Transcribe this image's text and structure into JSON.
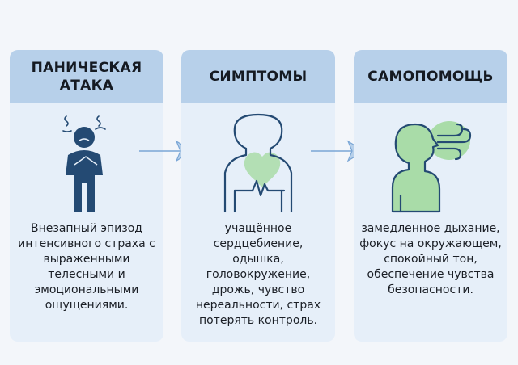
{
  "cards": [
    {
      "title": "ПАНИЧЕСКАЯ АТАКА",
      "icon": "distressed-person-icon",
      "text": "Внезапный эпизод интенсивного страха с выраженными телесными и эмоциональными ощущениями."
    },
    {
      "title": "СИМПТОМЫ",
      "icon": "body-heartbeat-icon",
      "text": "учащённое сердцебиение, одышка, головокружение, дрожь, чувство нереальности, страх потерять контроль."
    },
    {
      "title": "САМОПОМОЩЬ",
      "icon": "breathing-person-icon",
      "text": "замедленное дыхание, фокус на окружающем, спокойный тон, обеспечение чувства безопасности."
    }
  ],
  "colors": {
    "header": "#b7d0ea",
    "card": "#e6eff9",
    "icon_dark": "#244a73",
    "icon_green": "#a9dca8",
    "arrow": "#7aa6d6"
  }
}
